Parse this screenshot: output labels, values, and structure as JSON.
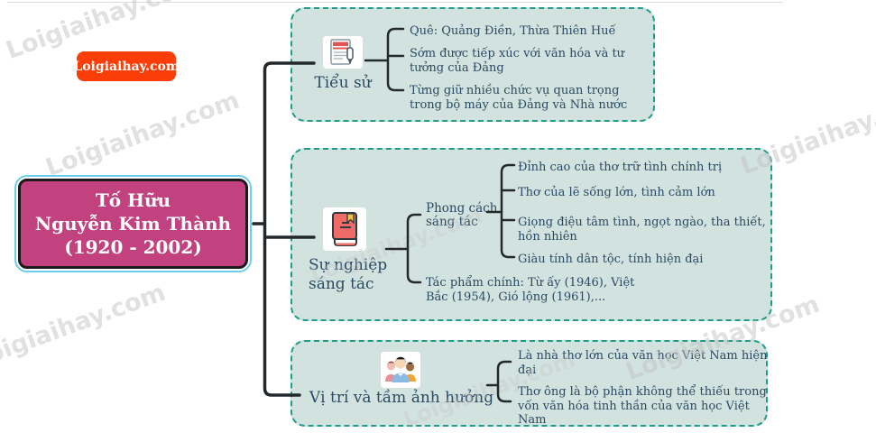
{
  "watermark": {
    "text": "Loigiaihay.com"
  },
  "badge": {
    "label": "Loigiaihay.com"
  },
  "root": {
    "line1": "Tố Hữu",
    "line2": "Nguyễn Kim Thành",
    "line3": "(1920 - 2002)"
  },
  "branches": [
    {
      "title": "Tiểu sử",
      "icon": "notepad-icon",
      "items": [
        "Quê: Quảng Điền, Thừa Thiên Huế",
        "Sớm được tiếp xúc với văn hóa và tư tưởng của Đảng",
        "Từng giữ nhiều chức vụ quan trọng trong bộ máy của Đảng và Nhà nước"
      ]
    },
    {
      "title": "Sự nghiệp sáng tác",
      "icon": "book-icon",
      "subtopics": [
        {
          "label": "Phong cách sáng tác",
          "items": [
            "Đỉnh cao của thơ trữ tình chính trị",
            "Thơ của lẽ sống lớn, tình cảm lớn",
            "Giọng điệu tâm tình, ngọt ngào, tha thiết, hồn nhiên",
            "Giàu tính dân tộc, tính hiện đại"
          ]
        },
        {
          "label": "Tác phẩm chính: Từ ấy (1946), Việt Bắc (1954), Gió lộng (1961),..."
        }
      ]
    },
    {
      "title": "Vị trí và tầm ảnh hưởng",
      "icon": "people-icon",
      "items": [
        "Là nhà thơ lớn của văn học Việt Nam hiện đại",
        "Thơ ông là bộ phận không thể thiếu trong vốn văn hóa tinh thần của văn học Việt Nam"
      ]
    }
  ],
  "colors": {
    "box_fill": "#d2e2df",
    "box_border": "#1f9c8a",
    "text": "#2b4a63",
    "connector": "#23282c",
    "root_fill": "#c2417f",
    "root_ring": "#6fcdee",
    "badge_bg": "#fb3d08",
    "watermark": "#c4c4c4"
  }
}
